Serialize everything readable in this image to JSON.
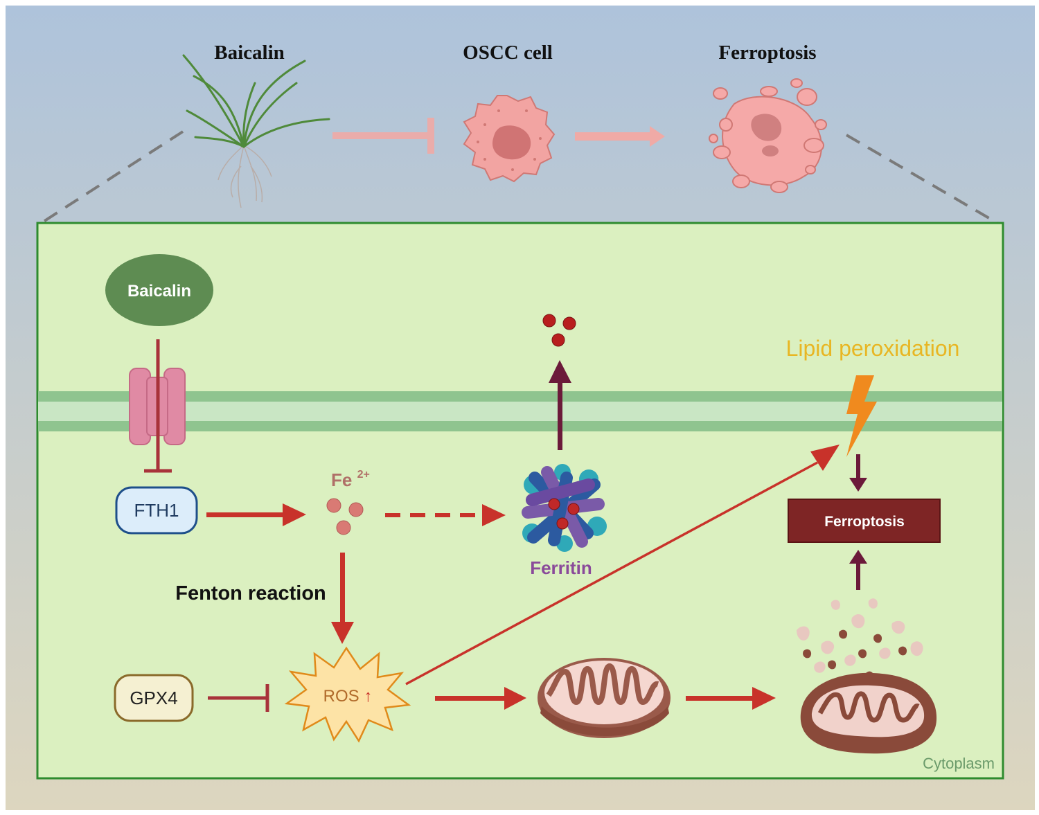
{
  "top": {
    "baicalin_label": "Baicalin",
    "oscc_label": "OSCC cell",
    "ferroptosis_label": "Ferroptosis"
  },
  "cell": {
    "baicalin": "Baicalin",
    "fth1": "FTH1",
    "fe": "Fe",
    "fe_charge": "2+",
    "ferritin": "Ferritin",
    "lipid_peroxidation": "Lipid peroxidation",
    "ferroptosis": "Ferroptosis",
    "fenton_reaction": "Fenton reaction",
    "gpx4": "GPX4",
    "ros": "ROS",
    "ros_arrow": "↑",
    "cytoplasm": "Cytoplasm"
  },
  "colors": {
    "bg_top": "#aec3db",
    "bg_bottom": "#ddd6bf",
    "cell_fill": "#dbf0c0",
    "cell_border": "#2e8b2e",
    "membrane": "#8fc48f",
    "arrow_red": "#c8322a",
    "arrow_maroon": "#6b1a3a",
    "baicalin_fill": "#5e8c52",
    "fth1_fill": "#dcedfa",
    "fth1_border": "#1e4f8a",
    "gpx4_fill": "#f5f0d2",
    "gpx4_border": "#8a6a2a",
    "ferroptosis_box": "#7e2525",
    "lipid_text": "#e8b623",
    "ferritin_text": "#8a4a9a",
    "fe_text": "#b07068",
    "ros_fill": "#fde3a6",
    "ros_border": "#e08a1a",
    "bolt": "#f08a1e"
  }
}
